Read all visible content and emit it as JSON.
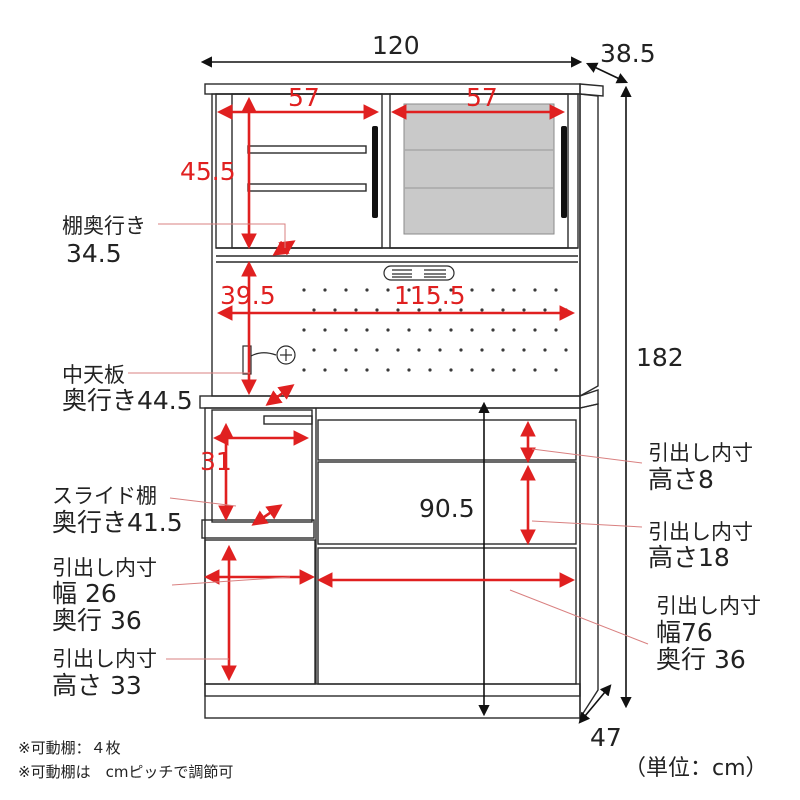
{
  "colors": {
    "outline": "#2a2a2a",
    "dimension": "#e02020",
    "leader": "#d98080",
    "glass": "#c9c9c9"
  },
  "overall": {
    "width": "120",
    "depth_top": "38.5",
    "height": "182",
    "depth_bottom": "47"
  },
  "red_dims": {
    "upper_left_w": "57",
    "upper_right_w": "57",
    "upper_h": "45.5",
    "mid_h": "39.5",
    "mid_w": "115.5",
    "slide_h": "31"
  },
  "black_dims": {
    "counter_h": "90.5"
  },
  "callouts": {
    "shelf_depth": [
      "棚奥行き",
      "34.5"
    ],
    "mid_board": [
      "中天板",
      "奥行き44.5"
    ],
    "slide_shelf": [
      "スライド棚",
      "奥行き41.5"
    ],
    "drawer_left": [
      "引出し内寸",
      "幅 26",
      "奥行 36"
    ],
    "drawer_left_h": [
      "引出し内寸",
      "高さ 33"
    ],
    "drawer_right1": [
      "引出し内寸",
      "高さ8"
    ],
    "drawer_right2": [
      "引出し内寸",
      "高さ18"
    ],
    "drawer_right3": [
      "引出し内寸",
      "幅76",
      "奥行 36"
    ]
  },
  "notes": [
    "※可動棚：４枚",
    "※可動棚は　cmピッチで調節可"
  ],
  "unit": "（単位：cm）"
}
